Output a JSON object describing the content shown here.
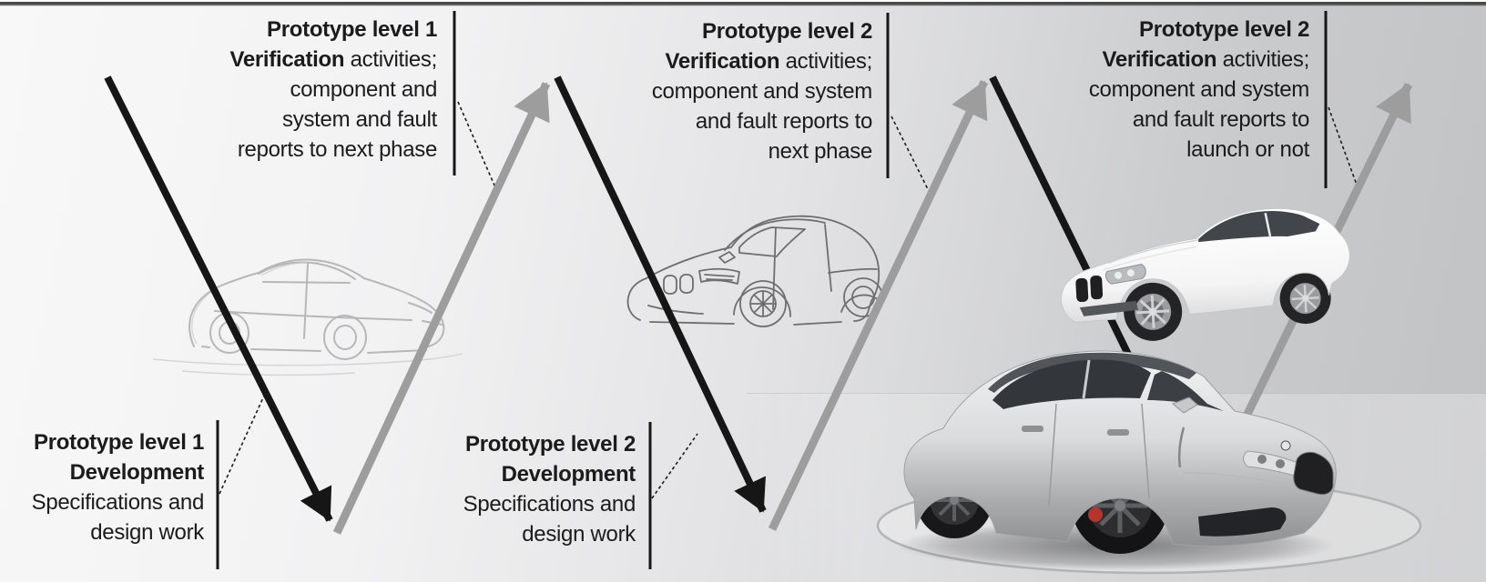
{
  "diagram": {
    "top_callouts": [
      {
        "line1": "Prototype level 1",
        "line2_bold": "Verification",
        "line2_rest": " activities;",
        "line3": "component and",
        "line4": "system and fault",
        "line5": "reports to next phase"
      },
      {
        "line1": "Prototype level 2",
        "line2_bold": "Verification",
        "line2_rest": " activities;",
        "line3": "component and system",
        "line4": "and fault reports to",
        "line5": "next phase"
      },
      {
        "line1": "Prototype level 2",
        "line2_bold": "Verification",
        "line2_rest": " activities;",
        "line3": "component and system",
        "line4": "and fault reports to",
        "line5": "launch or not"
      }
    ],
    "bottom_callouts": [
      {
        "line1": "Prototype level 1",
        "line2": "Development",
        "line3": "Specifications and",
        "line4": "design work"
      },
      {
        "line1": "Prototype level 2",
        "line2": "Development",
        "line3": "Specifications and",
        "line4": "design work"
      }
    ],
    "images": {
      "sketch_car": "pencil-sketch-concept-car",
      "line_car": "line-drawing-prototype-car",
      "white_car": "white-prototype-car-photo",
      "silver_car": "silver-production-car-photo"
    },
    "colors": {
      "arrow_black": "#161616",
      "arrow_gray": "#9d9d9e",
      "text": "#1b1b1b",
      "bg_left": "#f8f8f8",
      "bg_right": "#c1c2c4"
    }
  }
}
